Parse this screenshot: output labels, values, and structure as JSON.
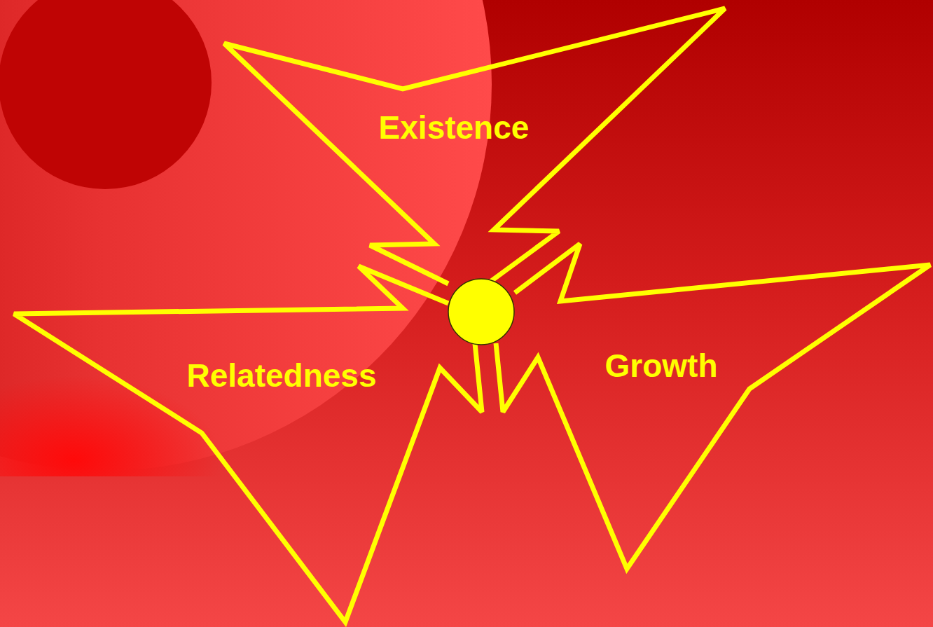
{
  "diagram": {
    "nodes": [
      {
        "text": [
          "Existence"
        ]
      },
      {
        "text": [
          "Relatedness"
        ]
      },
      {
        "text": [
          "Growth"
        ]
      }
    ]
  }
}
